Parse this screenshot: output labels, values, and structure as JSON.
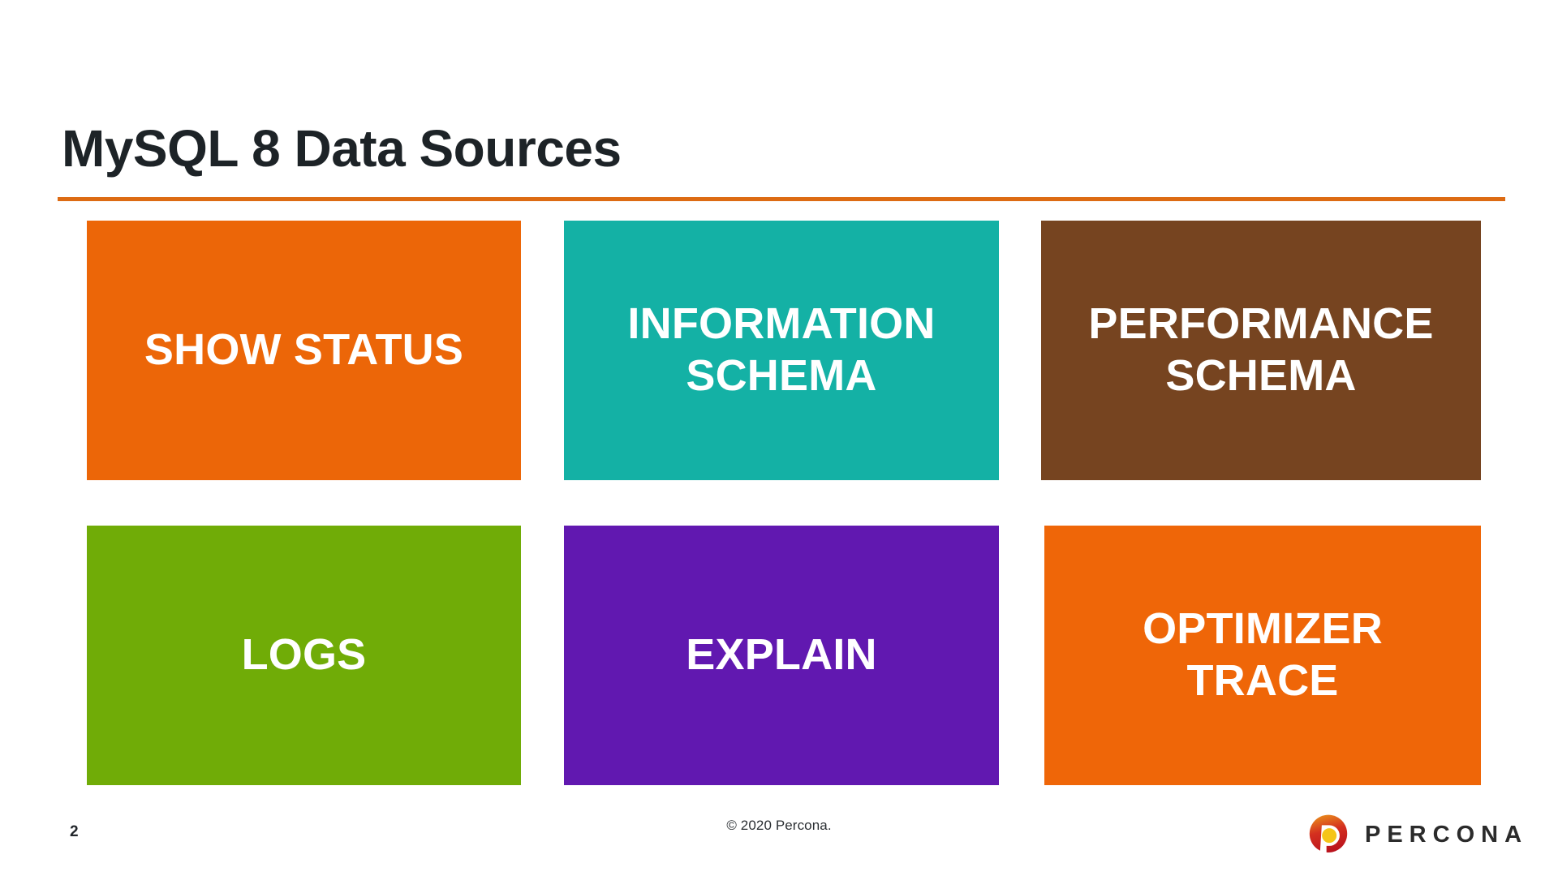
{
  "slide": {
    "title": "MySQL 8 Data Sources",
    "rule_color": "#dd6b13",
    "background": "#ffffff",
    "title_color": "#1d2327"
  },
  "boxes": [
    {
      "label": "SHOW STATUS",
      "color": "#ec6608",
      "row": 1,
      "col": 1
    },
    {
      "label": "INFORMATION\nSCHEMA",
      "color": "#14b1a5",
      "row": 1,
      "col": 2
    },
    {
      "label": "PERFORMANCE\nSCHEMA",
      "color": "#764420",
      "row": 1,
      "col": 3
    },
    {
      "label": "LOGS",
      "color": "#70ac07",
      "row": 2,
      "col": 1
    },
    {
      "label": "EXPLAIN",
      "color": "#6118b0",
      "row": 2,
      "col": 2
    },
    {
      "label": "OPTIMIZER\nTRACE",
      "color": "#ef6608",
      "row": 2,
      "col": 3
    }
  ],
  "footer": {
    "page_number": "2",
    "copyright": "© 2020 Percona.",
    "logo_wordmark": "PERCONA",
    "logo_colors": {
      "mark_top": "#e8841a",
      "mark_bottom": "#c4151c",
      "mark_center": "#f5c518",
      "wordmark": "#2b2b2b"
    }
  }
}
